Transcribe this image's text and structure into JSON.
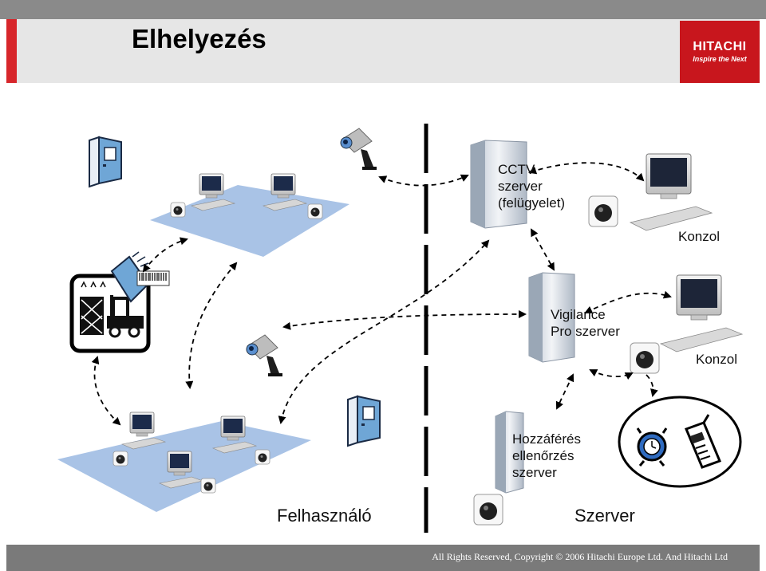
{
  "header": {
    "title": "Elhelyezés",
    "logo": {
      "brand": "HITACHI",
      "tagline": "Inspire the Next"
    }
  },
  "nodes": {
    "cctv_server": [
      "CCTV",
      "szerver",
      "(felügyelet)"
    ],
    "vigilance_server": [
      "Vigilance",
      "Pro szerver"
    ],
    "access_server": [
      "Hozzáférés",
      "ellenőrzés",
      "szerver"
    ],
    "console_top": "Konzol",
    "console_mid": "Konzol"
  },
  "zones": {
    "user_side": "Felhasználó",
    "server_side": "Szerver"
  },
  "footer": {
    "copyright": "All Rights Reserved, Copyright © 2006 Hitachi Europe Ltd. And Hitachi Ltd"
  },
  "colors": {
    "accent": "#d7262b",
    "logo_bg": "#c8161d",
    "floor": "#a9c3e6",
    "door": "#6fa6d6",
    "footer_bg": "#7a7a7a"
  }
}
